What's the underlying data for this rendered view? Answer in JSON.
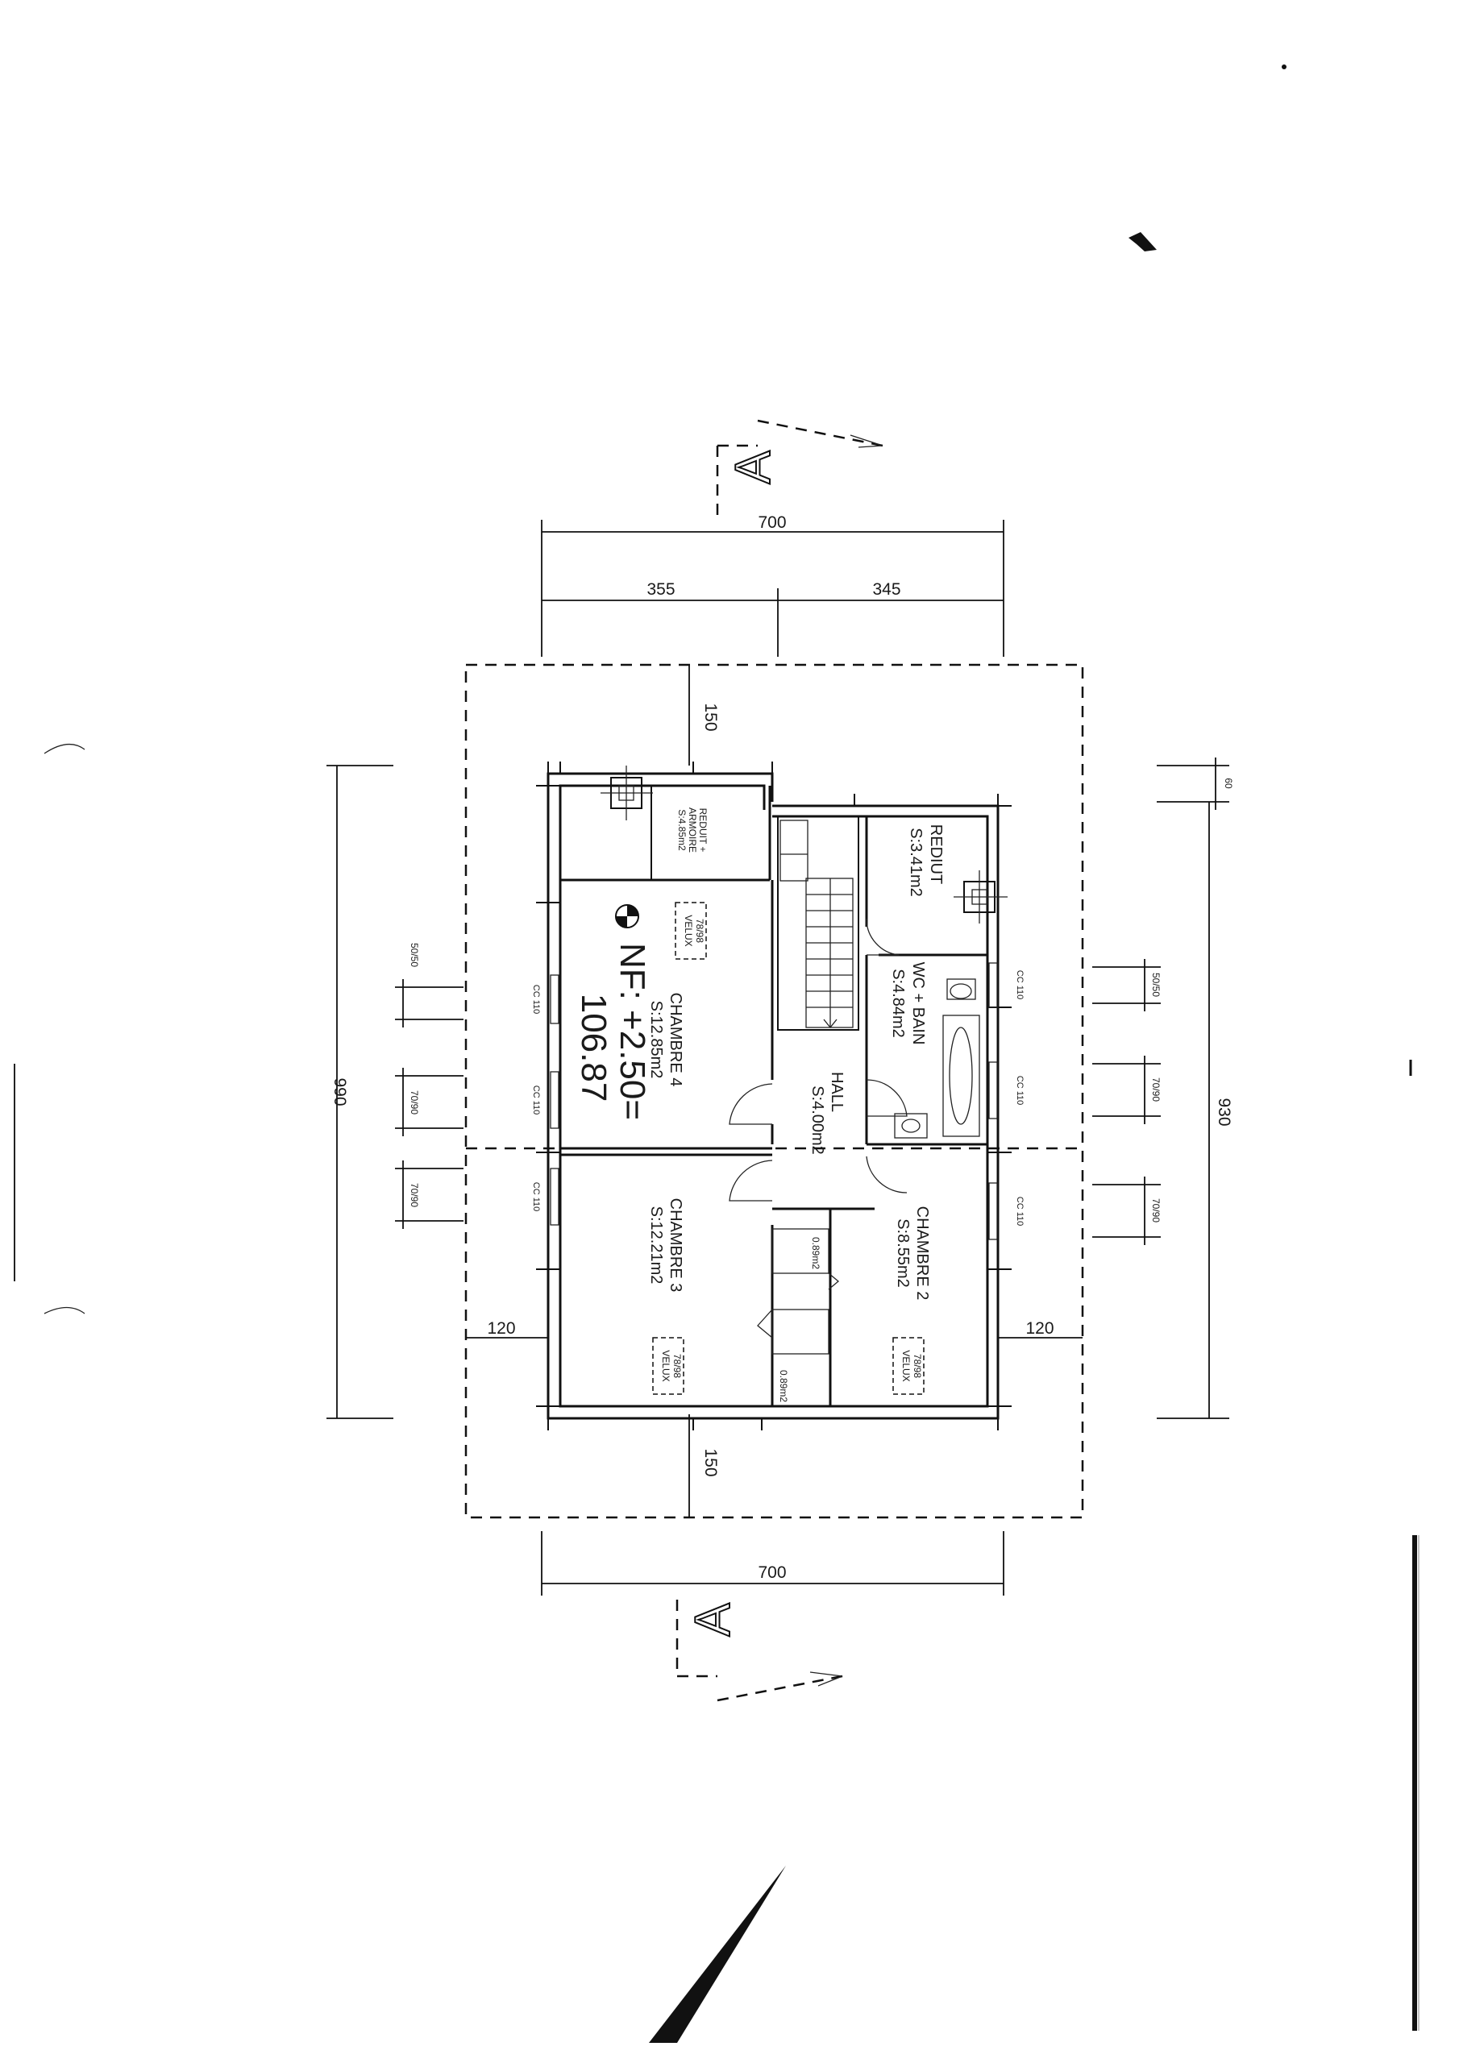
{
  "dimensions": {
    "total_width_top": "700",
    "left_part": "355",
    "right_part": "345",
    "total_width_bottom": "700",
    "overhang_top": "150",
    "overhang_bottom": "150",
    "overhang_left": "120",
    "overhang_right": "120",
    "total_length_left": "990",
    "total_length_right": "930",
    "right_offset": "60",
    "window_50_50_left": "50/50",
    "window_70_90_left_a": "70/90",
    "window_70_90_left_b": "70/90",
    "window_50_50_right": "50/50",
    "window_70_90_right_a": "70/90",
    "window_70_90_right_b": "70/90"
  },
  "section_marker": "A",
  "rooms": {
    "chambre4": {
      "name": "CHAMBRE 4",
      "area": "S:12.85m2"
    },
    "chambre3": {
      "name": "CHAMBRE 3",
      "area": "S:12.21m2"
    },
    "chambre2": {
      "name": "CHAMBRE 2",
      "area": "S:8.55m2"
    },
    "hall": {
      "name": "HALL",
      "area": "S:4.00m2"
    },
    "wc_bain": {
      "name": "WC + BAIN",
      "area": "S:4.84m2"
    },
    "rediut": {
      "name": "REDIUT",
      "area": "S:3.41m2"
    },
    "reduit_armoire": {
      "name": "REDUIT +",
      "name2": "ARMOIRE",
      "area": "S:4.85m2"
    }
  },
  "level": {
    "line1": "NF: +2.50=",
    "line2": "106.87"
  },
  "velux": [
    {
      "name": "VELUX",
      "size": "78/98"
    },
    {
      "name": "VELUX",
      "size": "78/98"
    },
    {
      "name": "VELUX",
      "size": "78/98"
    }
  ],
  "cc_label": "CC 110",
  "small_areas": {
    "a": "0.89m2",
    "b": "0.89m2"
  }
}
